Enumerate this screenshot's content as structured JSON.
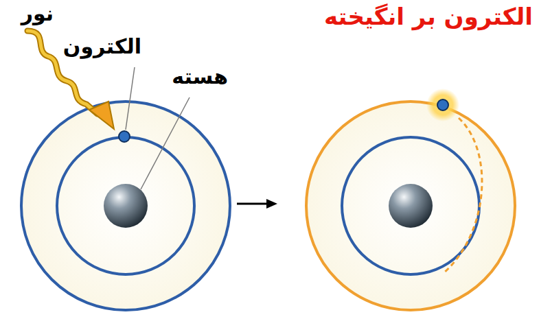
{
  "diagram": {
    "labels": [
      "نور",
      "الکترون",
      "هسته",
      "الکترون بر انگیخته"
    ]
  }
}
